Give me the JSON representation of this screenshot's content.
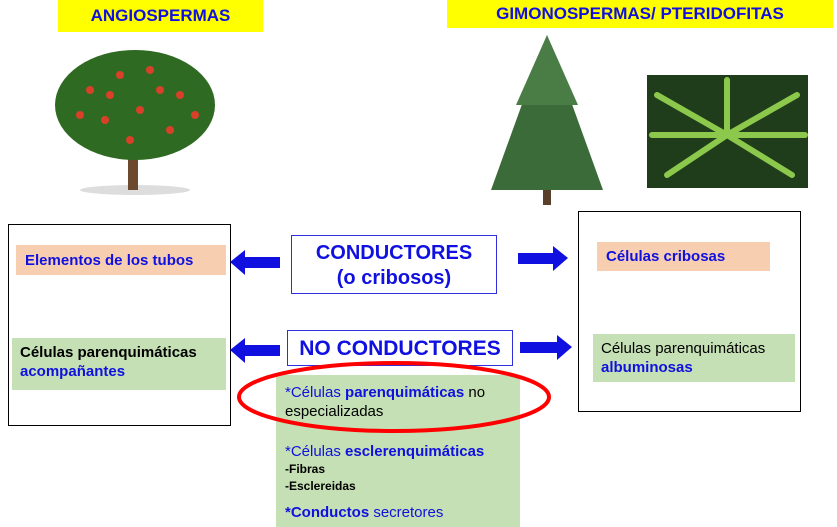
{
  "headers": {
    "left": "ANGIOSPERMAS",
    "right": "GIMONOSPERMAS/ PTERIDOFITAS"
  },
  "center": {
    "conductores": "CONDUCTORES",
    "conductores_sub": "(o cribosos)",
    "no_conductores": "NO CONDUCTORES"
  },
  "left": {
    "conductor": "Elementos de los tubos",
    "no_conductor_1": "Células parenquimáticas",
    "no_conductor_2": "acompañantes"
  },
  "right": {
    "conductor": "Células cribosas",
    "no_conductor_1": "Células parenquimáticas",
    "no_conductor_2": "albuminosas"
  },
  "common": {
    "item1_a": "*Células ",
    "item1_b": "parenquimáticas",
    "item1_c": " no",
    "item1_d": "especializadas",
    "item2_a": "*Células ",
    "item2_b": "esclerenquimáticas",
    "item2_sub1": "-Fibras",
    "item2_sub2": "-Esclereidas",
    "item3_a": "*Conductos",
    "item3_b": " secretores"
  },
  "colors": {
    "accent": "#1010e0",
    "highlight": "#ff0000",
    "green": "#c5e0b4",
    "peach": "#f7cfb0",
    "yellow": "#ffff00"
  }
}
